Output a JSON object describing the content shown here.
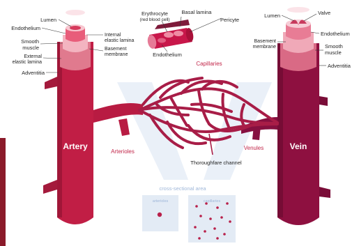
{
  "vessels": {
    "artery": "Artery",
    "vein": "Vein",
    "arterioles": "Arterioles",
    "venules": "Venules",
    "capillaries": "Capillaries",
    "thoroughfare_channel": "Thoroughfare channel"
  },
  "artery_layers": {
    "lumen": "Lumen",
    "endothelium": "Endothelium",
    "smooth_muscle_1": "Smooth",
    "smooth_muscle_2": "muscle",
    "external_elastic_1": "External",
    "external_elastic_2": "elastic lamina",
    "adventitia": "Adventitia",
    "internal_elastic_1": "Internal",
    "internal_elastic_2": "elastic lamina",
    "basement_1": "Basement",
    "basement_2": "membrane"
  },
  "capillary_detail": {
    "erythrocyte_1": "Erythrocyte",
    "erythrocyte_2": "(red blood cell)",
    "basal_lamina": "Basal lamina",
    "pericyte": "Pericyte",
    "endothelium": "Endothelium"
  },
  "vein_layers": {
    "lumen": "Lumen",
    "valve": "Valve",
    "endothelium": "Endothelium",
    "basement_1": "Basement",
    "basement_2": "membrane",
    "smooth_muscle_1": "Smooth",
    "smooth_muscle_2": "muscle",
    "adventitia": "Adventitia"
  },
  "cross_section": {
    "title": "cross-sectional area",
    "arterioles": "arterioles",
    "capillaries": "capillaries"
  },
  "colors": {
    "artery": "#c11e45",
    "vein": "#8e1040",
    "capillary": "#a81d47",
    "accent_pink": "#f2a6b3",
    "panel_blue": "#e3ebf5"
  }
}
